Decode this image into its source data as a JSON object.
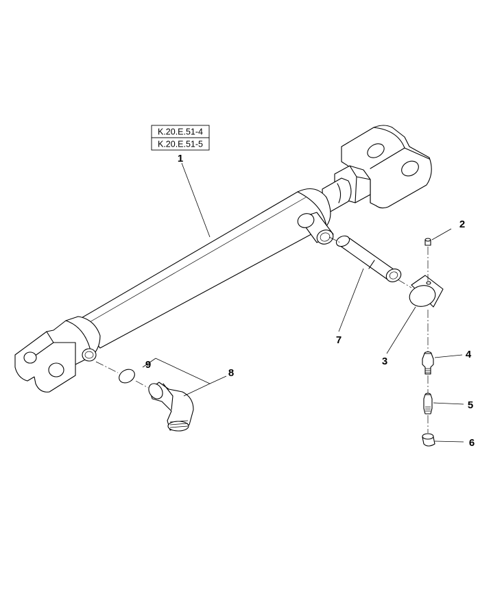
{
  "reference_codes": [
    "K.20.E.51-4",
    "K.20.E.51-5"
  ],
  "callouts": {
    "c1": "1",
    "c2": "2",
    "c3": "3",
    "c4": "4",
    "c5": "5",
    "c6": "6",
    "c7": "7",
    "c8": "8",
    "c9": "9"
  }
}
